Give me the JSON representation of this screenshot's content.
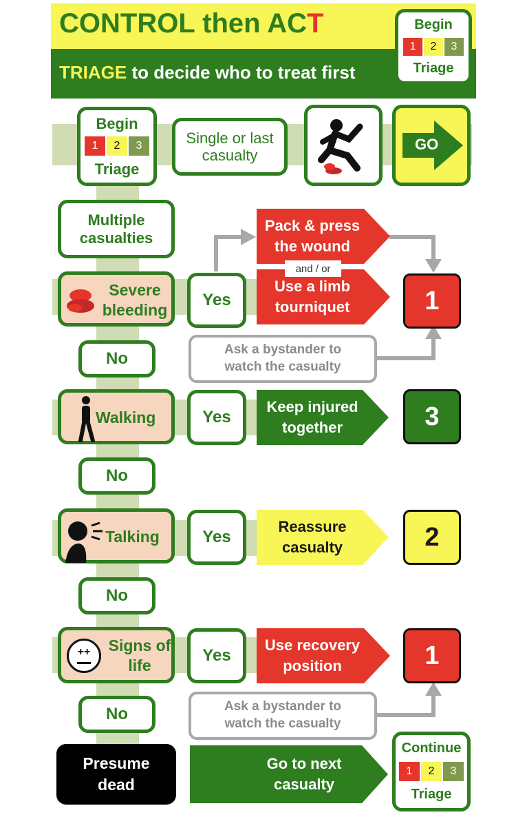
{
  "header": {
    "title_main": "CONTROL then AC",
    "title_red": "T",
    "subtitle_yellow": "TRIAGE",
    "subtitle_rest": " to decide who to treat first"
  },
  "triage_badge": {
    "begin": "Begin",
    "triage": "Triage",
    "continue": "Continue",
    "n1": "1",
    "n2": "2",
    "n3": "3"
  },
  "row1": {
    "single": "Single or last casualty",
    "go": "GO"
  },
  "multiple": "Multiple casualties",
  "bleeding": {
    "label": "Severe bleeding",
    "yes": "Yes",
    "action1": "Pack & press the wound",
    "andor": "and / or",
    "action2": "Use a limb tourniquet",
    "bystander": "Ask a bystander to watch the casualty",
    "priority": "1"
  },
  "walking": {
    "no": "No",
    "label": "Walking",
    "yes": "Yes",
    "action": "Keep injured together",
    "priority": "3"
  },
  "talking": {
    "no": "No",
    "label": "Talking",
    "yes": "Yes",
    "action": "Reassure casualty",
    "priority": "2"
  },
  "life": {
    "no": "No",
    "label": "Signs of life",
    "yes": "Yes",
    "action": "Use recovery position",
    "bystander": "Ask a bystander to watch the casualty",
    "priority": "1",
    "face_glyph": "++"
  },
  "final": {
    "no": "No",
    "dead": "Presume dead",
    "next": "Go to next casualty"
  },
  "colors": {
    "green": "#2e7d1f",
    "red": "#e4362b",
    "yellow": "#f8f556",
    "peach": "#f6d6bf",
    "grey": "#a8a8a8"
  }
}
